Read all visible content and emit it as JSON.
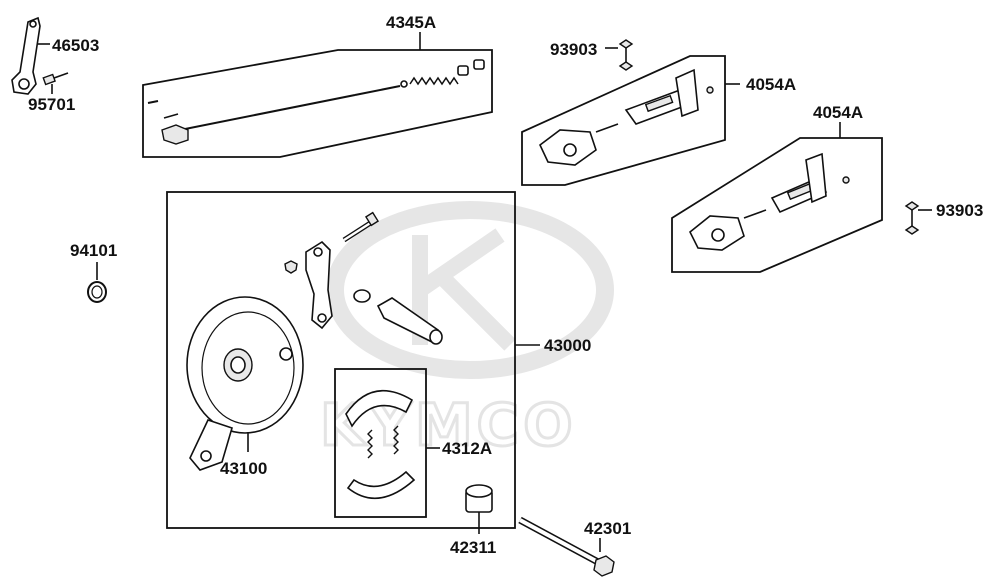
{
  "watermark": {
    "brand": "KYMCO",
    "icon": "kymco-logo-icon"
  },
  "parts": {
    "p46503": "46503",
    "p95701": "95701",
    "p4345A": "4345A",
    "p93903_top": "93903",
    "p4054A_top": "4054A",
    "p4054A_right": "4054A",
    "p93903_right": "93903",
    "p94101": "94101",
    "p43000": "43000",
    "p43100": "43100",
    "p4312A": "4312A",
    "p42311": "42311",
    "p42301": "42301"
  }
}
